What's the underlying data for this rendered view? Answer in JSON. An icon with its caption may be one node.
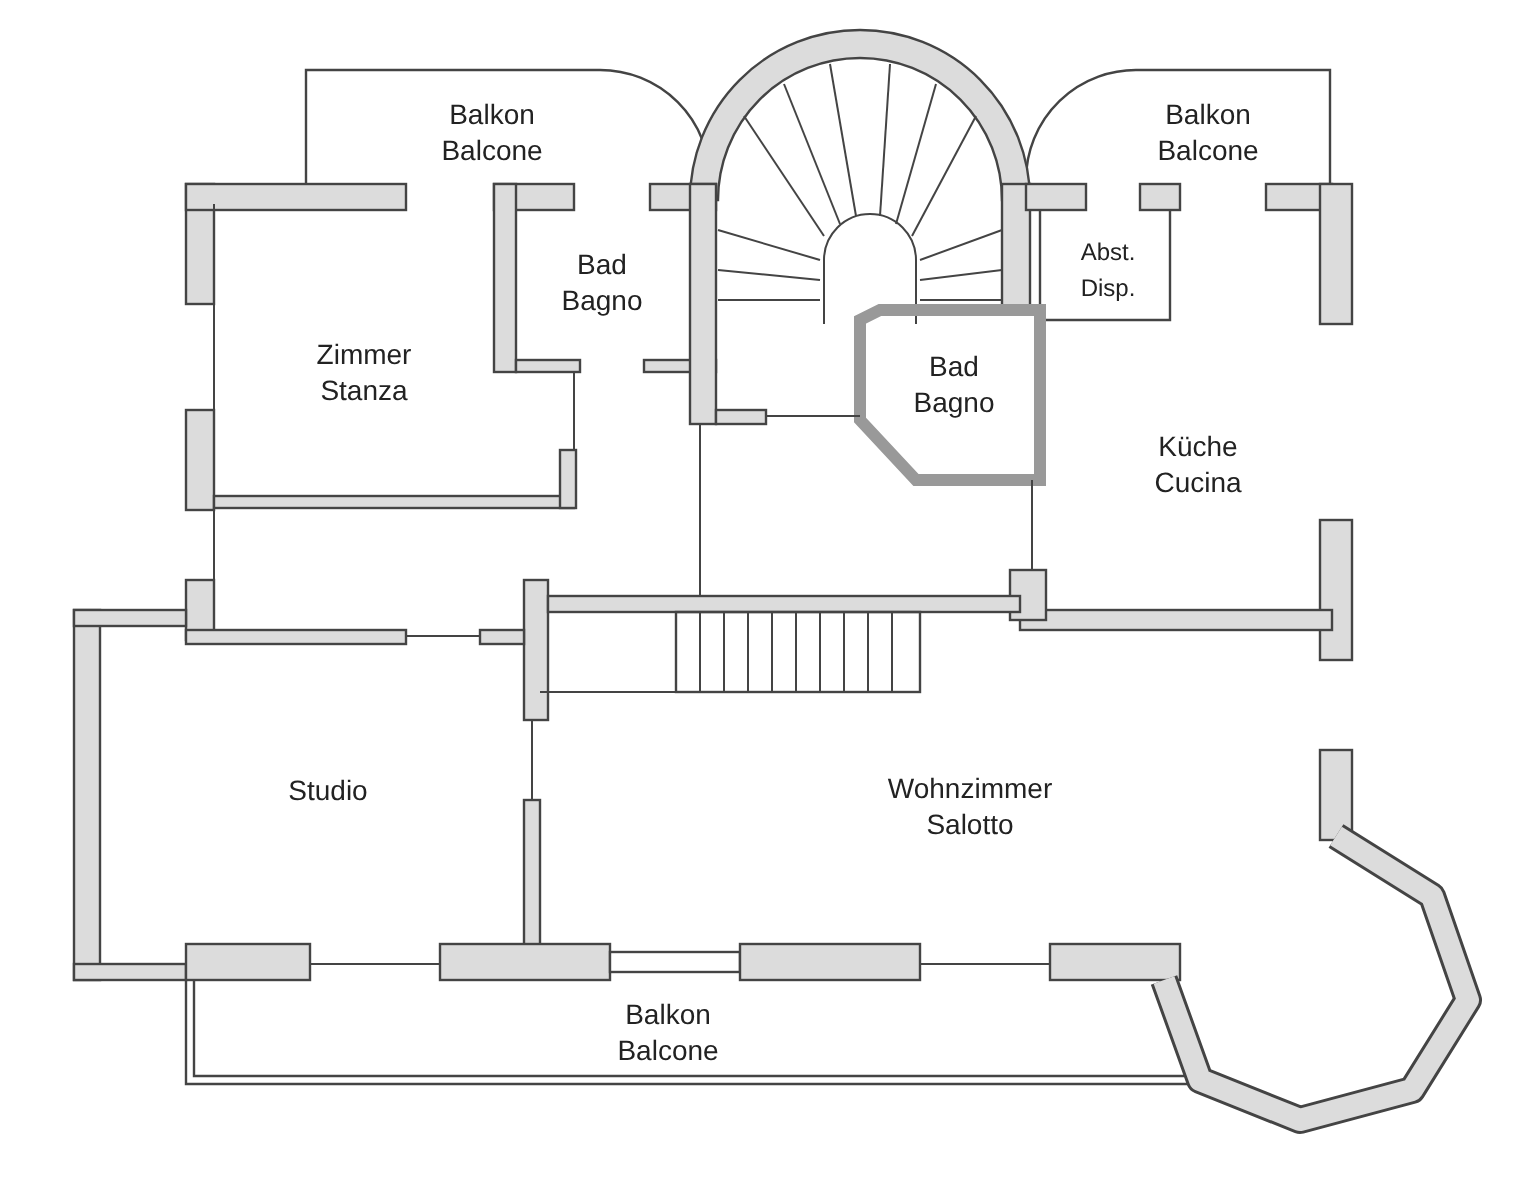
{
  "diagram": {
    "labels": [
      "Balkon Balcone",
      "Balkon Balcone",
      "Abst. Disp.",
      "Bad Bagno",
      "Zimmer Stanza",
      "Bad Bagno",
      "Küche Cucina",
      "Studio",
      "Wohnzimmer Salotto",
      "Balkon Balcone"
    ]
  }
}
